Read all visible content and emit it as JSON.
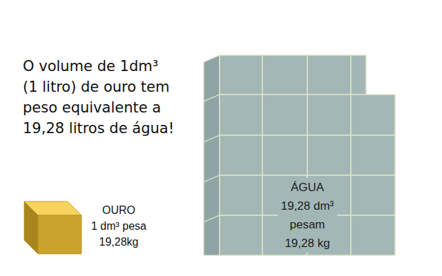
{
  "diagram": {
    "nodes": [
      {
        "text": [
          "ÁGUA",
          "19,28 dm³ pesam 19,28 kg"
        ]
      },
      {
        "text": [
          "OURO",
          "1 dm³ pesa 19,28kg"
        ]
      }
    ],
    "labels": [
      "O volume de 1dm³ (1 litro) de ouro tem peso equivalente a 19,28 litros de água!"
    ]
  }
}
